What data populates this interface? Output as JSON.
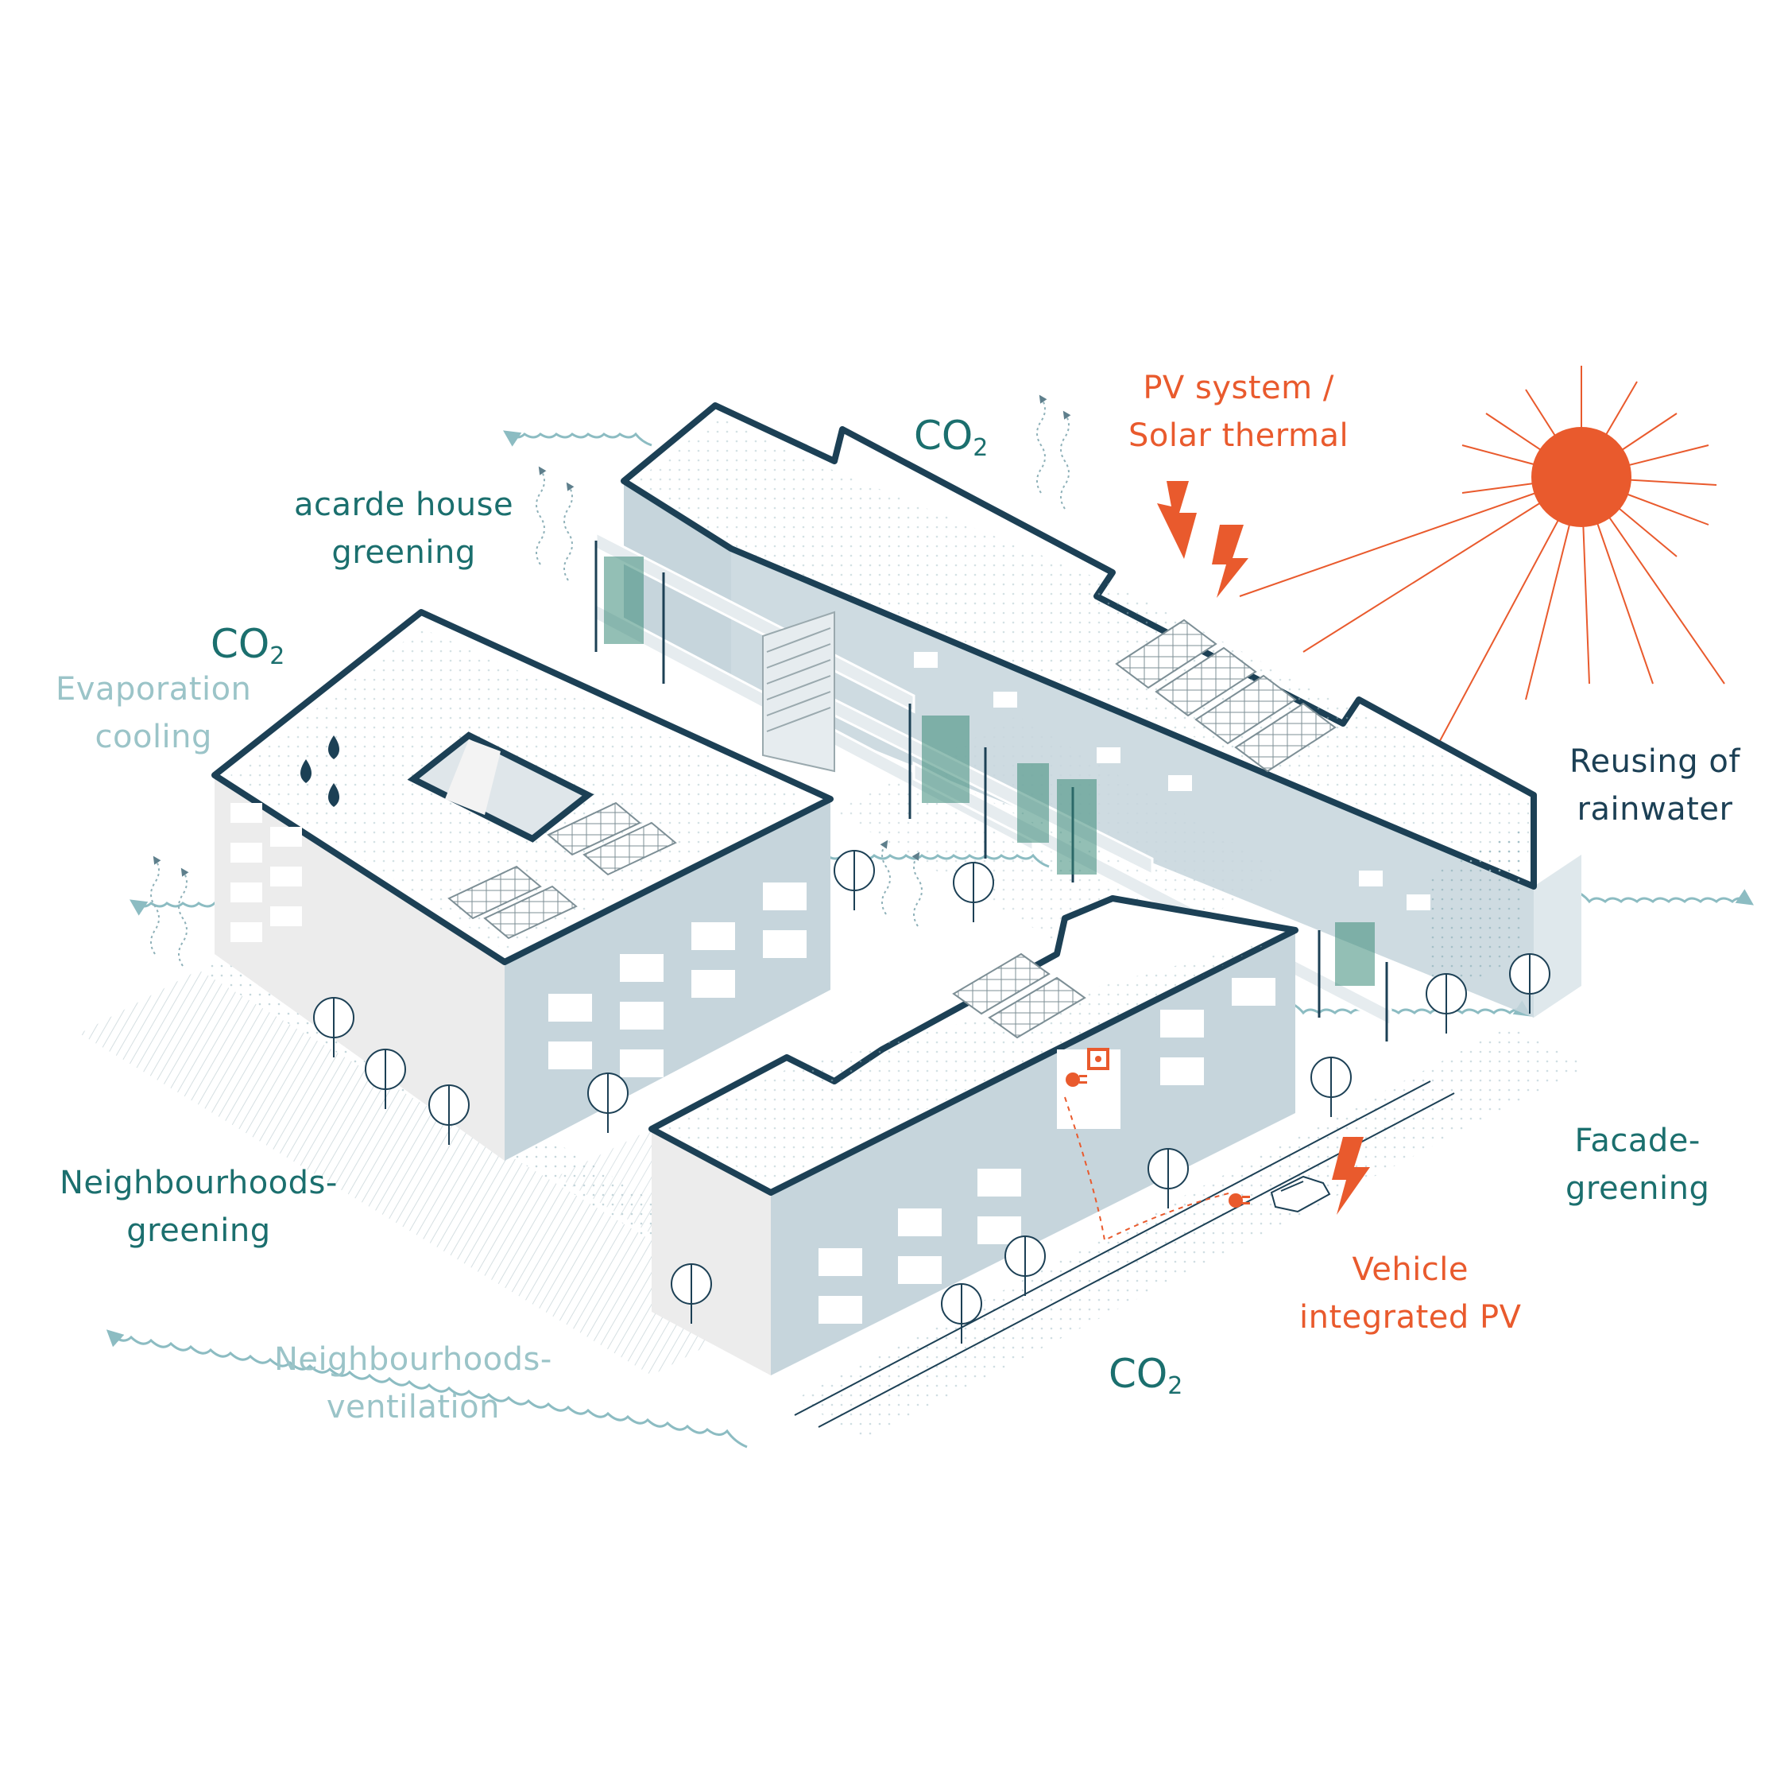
{
  "colors": {
    "teal": "#1b6f6e",
    "light_teal": "#9bc4c8",
    "navy": "#1c4055",
    "orange": "#e95a2d",
    "facade": "#c6d5dc",
    "roof": "#ffffff",
    "plant": "#3b8a78"
  },
  "labels": {
    "pv_system": [
      "PV system /",
      "Solar thermal"
    ],
    "arcade_greening": [
      "acarde house",
      "greening"
    ],
    "evaporation_cooling": [
      "Evaporation",
      "cooling"
    ],
    "reusing_rainwater": [
      "Reusing of",
      "rainwater"
    ],
    "facade_greening": [
      "Facade-",
      "greening"
    ],
    "vehicle_pv": [
      "Vehicle",
      "integrated PV"
    ],
    "neighbourhoods_greening": [
      "Neighbourhoods-",
      "greening"
    ],
    "neighbourhoods_ventilation": [
      "Neighbourhoods-",
      "ventilation"
    ]
  },
  "co2": {
    "main": "CO",
    "sub": "2"
  },
  "icons": [
    "sun-icon",
    "lightning-icon",
    "raindrop-icon",
    "tree-icon",
    "plug-icon",
    "socket-icon",
    "car-icon",
    "solar-panel-icon",
    "wind-arrow-icon"
  ]
}
